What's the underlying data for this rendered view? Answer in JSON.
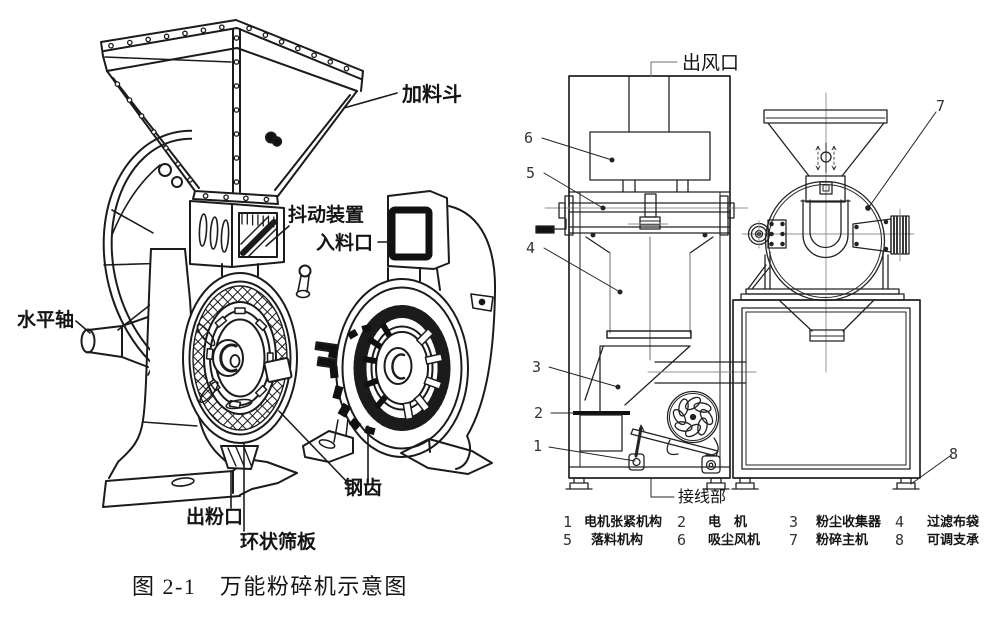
{
  "page": {
    "background": "#ffffff",
    "ink": "#1b1b1b",
    "thin_ink": "#232323",
    "centerline_gray": "#8f8f8f"
  },
  "caption": "图 2-1　万能粉碎机示意图",
  "left_diagram": {
    "labels": {
      "feed_hopper": "加料斗",
      "shaking_device": "抖动装置",
      "inlet_port": "入料口",
      "horizontal_shaft": "水平轴",
      "steel_teeth": "钢齿",
      "powder_outlet": "出粉口",
      "annular_sieve_plate": "环状筛板"
    }
  },
  "right_diagram": {
    "labels": {
      "air_outlet": "出风口",
      "terminal_block": "接线部"
    },
    "callouts": {
      "c1": "1",
      "c2": "2",
      "c3": "3",
      "c4": "4",
      "c5": "5",
      "c6": "6",
      "c7": "7",
      "c8": "8"
    },
    "legend": [
      {
        "num": "1",
        "name": "电机张紧机构"
      },
      {
        "num": "2",
        "name": "电　机"
      },
      {
        "num": "3",
        "name": "粉尘收集器"
      },
      {
        "num": "4",
        "name": "过滤布袋"
      },
      {
        "num": "5",
        "name": "落料机构"
      },
      {
        "num": "6",
        "name": "吸尘风机"
      },
      {
        "num": "7",
        "name": "粉碎主机"
      },
      {
        "num": "8",
        "name": "可调支承"
      }
    ]
  }
}
